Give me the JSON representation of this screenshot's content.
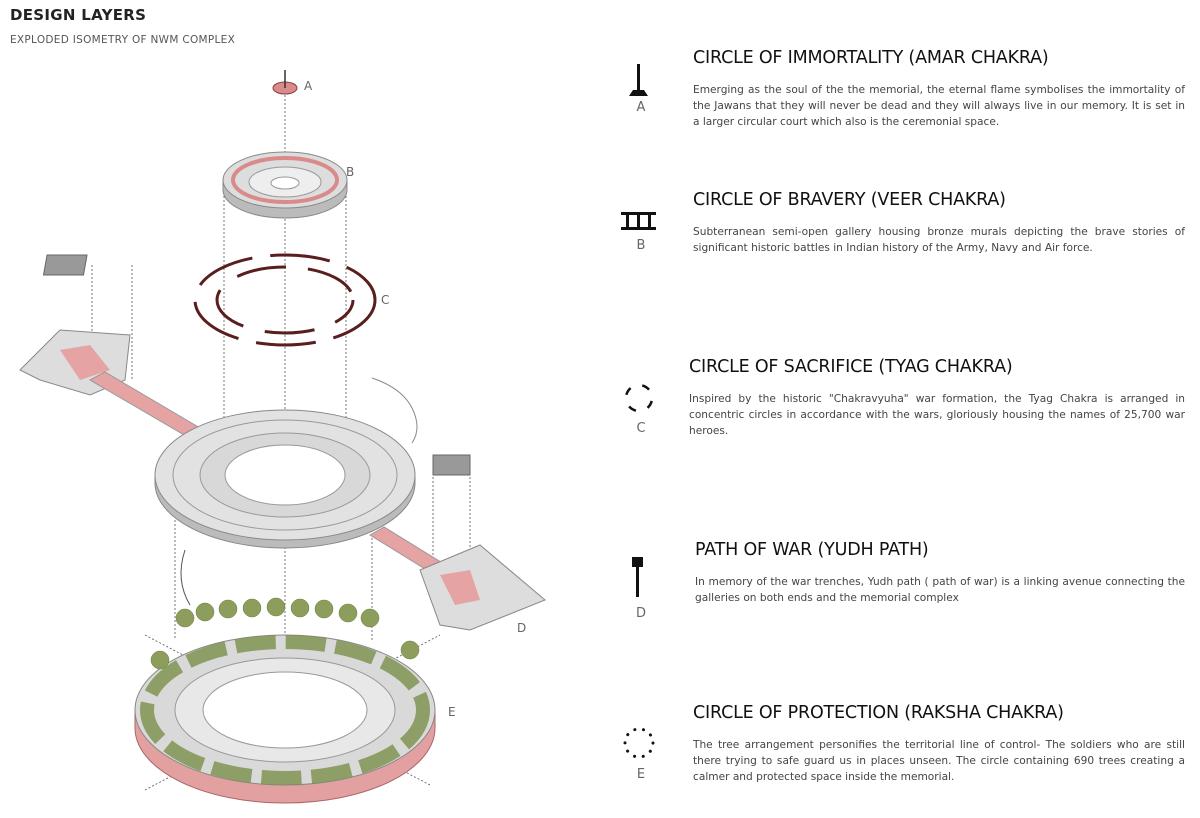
{
  "header": {
    "title": "DESIGN LAYERS",
    "subtitle": "EXPLODED ISOMETRY OF NWM COMPLEX"
  },
  "diagram_labels": [
    "A",
    "B",
    "C",
    "D",
    "E"
  ],
  "colors": {
    "accent_red": "#d98a8a",
    "dark_red": "#5a1e1e",
    "gray": "#cfcfcf",
    "tree_green": "#7a8f4a"
  },
  "sections": [
    {
      "letter": "A",
      "icon": "obelisk-icon",
      "heading": "CIRCLE OF IMMORTALITY (AMAR CHAKRA)",
      "body": "Emerging as the soul of the the memorial, the eternal flame symbolises  the immortality of the Jawans that they will never be dead and they will always live in our memory. It is set in a larger circular court which also is the ceremonial space."
    },
    {
      "letter": "B",
      "icon": "gallery-icon",
      "heading": "CIRCLE OF BRAVERY (VEER CHAKRA)",
      "body": "Subterranean semi-open gallery housing bronze murals depicting the brave stories of significant historic battles in Indian history of the Army, Navy and Air force."
    },
    {
      "letter": "C",
      "icon": "broken-circle-icon",
      "heading": "CIRCLE OF SACRIFICE (TYAG CHAKRA)",
      "body": "Inspired by the historic \"Chakravyuha\" war formation, the Tyag Chakra is arranged in concentric circles in accordance with the wars, gloriously housing the names of 25,700 war heroes."
    },
    {
      "letter": "D",
      "icon": "path-marker-icon",
      "heading": "PATH OF WAR (YUDH PATH)",
      "body": "In memory of the war trenches, Yudh path ( path of war) is a linking avenue connecting the galleries on both ends and the memorial complex"
    },
    {
      "letter": "E",
      "icon": "dotted-circle-icon",
      "heading": "CIRCLE OF PROTECTION (RAKSHA CHAKRA)",
      "body": "The tree arrangement personifies the territorial line of control- The soldiers who are still there trying to safe guard us in places unseen. The circle containing 690 trees creating a calmer and protected space inside the memorial."
    }
  ]
}
